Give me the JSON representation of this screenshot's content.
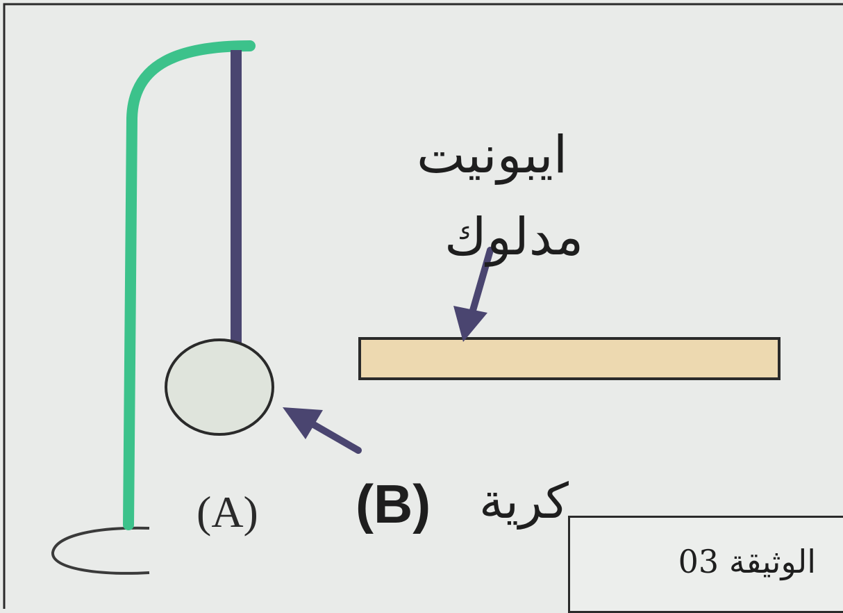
{
  "labels": {
    "ebonite": "ايبونيت",
    "rubbed": "مدلوك",
    "ball": "كرية",
    "pendulum_id": "(A)",
    "ball_id": "(B)"
  },
  "document": {
    "title": "الوثيقة 03"
  },
  "colors": {
    "stand": "#3cc28b",
    "thread": "#4a4570",
    "ball_fill": "#dfe4dc",
    "rod_fill": "#edd9b0",
    "outline": "#2a2a2a",
    "arrow": "#4a4570"
  }
}
